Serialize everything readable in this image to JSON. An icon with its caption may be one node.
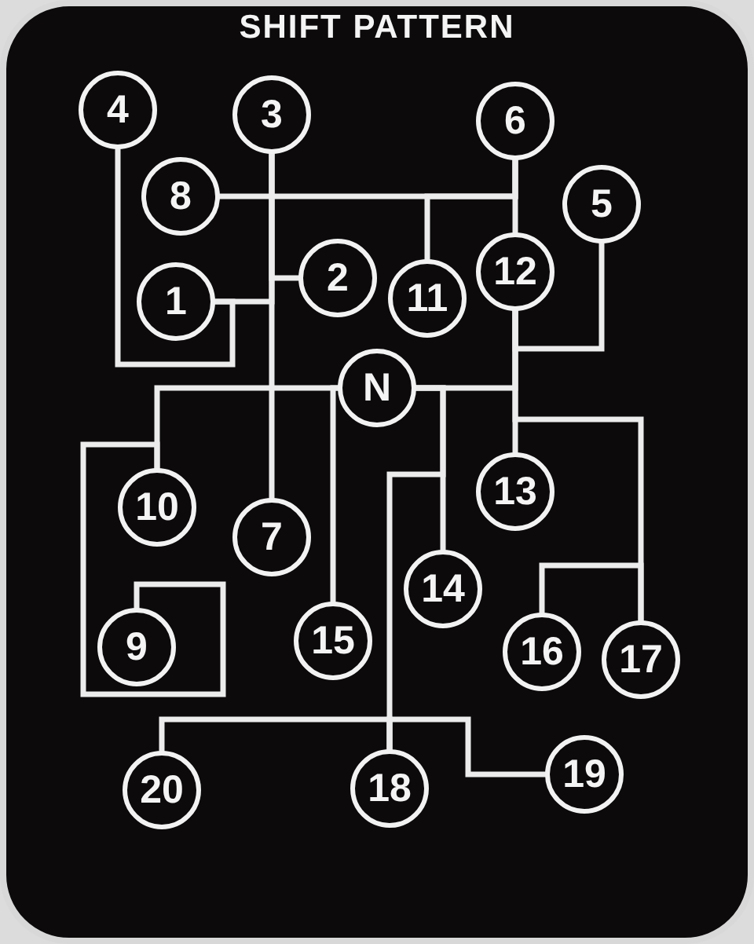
{
  "diagram": {
    "title": "SHIFT PATTERN",
    "nodes": [
      {
        "text": [
          "4"
        ]
      },
      {
        "text": [
          "3"
        ]
      },
      {
        "text": [
          "6"
        ]
      },
      {
        "text": [
          "8"
        ]
      },
      {
        "text": [
          "5"
        ]
      },
      {
        "text": [
          "2"
        ]
      },
      {
        "text": [
          "11"
        ]
      },
      {
        "text": [
          "12"
        ]
      },
      {
        "text": [
          "1"
        ]
      },
      {
        "text": [
          "N"
        ]
      },
      {
        "text": [
          "10"
        ]
      },
      {
        "text": [
          "7"
        ]
      },
      {
        "text": [
          "13"
        ]
      },
      {
        "text": [
          "14"
        ]
      },
      {
        "text": [
          "9"
        ]
      },
      {
        "text": [
          "15"
        ]
      },
      {
        "text": [
          "16"
        ]
      },
      {
        "text": [
          "17"
        ]
      },
      {
        "text": [
          "20"
        ]
      },
      {
        "text": [
          "18"
        ]
      },
      {
        "text": [
          "19"
        ]
      }
    ],
    "edges": [
      {
        "from": 1,
        "to": 11,
        "arrow": "none"
      },
      {
        "from": 0,
        "to": 8,
        "arrow": "none"
      },
      {
        "from": 8,
        "to": 1,
        "arrow": "none"
      },
      {
        "from": 5,
        "to": 1,
        "arrow": "none"
      },
      {
        "from": 3,
        "to": 2,
        "arrow": "none"
      },
      {
        "from": 6,
        "to": 2,
        "arrow": "none"
      },
      {
        "from": 2,
        "to": 7,
        "arrow": "none"
      },
      {
        "from": 7,
        "to": 4,
        "arrow": "none"
      },
      {
        "from": 9,
        "to": 7,
        "arrow": "none"
      },
      {
        "from": 7,
        "to": 12,
        "arrow": "none"
      },
      {
        "from": 7,
        "to": 17,
        "arrow": "none"
      },
      {
        "from": 17,
        "to": 16,
        "arrow": "none"
      },
      {
        "from": 9,
        "to": 13,
        "arrow": "none"
      },
      {
        "from": 9,
        "to": 19,
        "arrow": "none"
      },
      {
        "from": 19,
        "to": 18,
        "arrow": "none"
      },
      {
        "from": 19,
        "to": 20,
        "arrow": "none"
      },
      {
        "from": 9,
        "to": 10,
        "arrow": "none"
      },
      {
        "from": 9,
        "to": 15,
        "arrow": "none"
      },
      {
        "from": 10,
        "to": 14,
        "arrow": "none"
      }
    ]
  }
}
